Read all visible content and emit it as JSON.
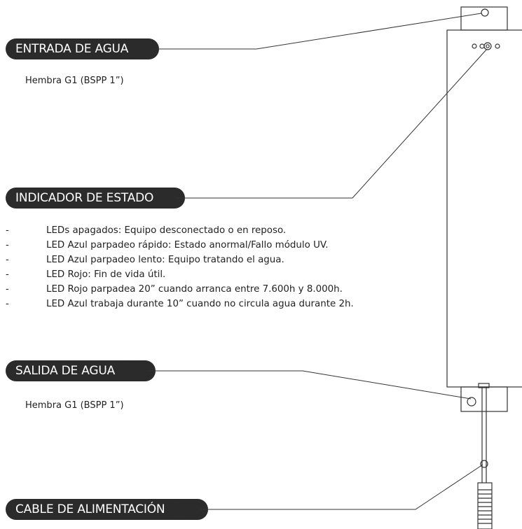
{
  "inlet": {
    "title": "ENTRADA DE AGUA",
    "spec": "Hembra G1 (BSPP 1”)"
  },
  "status": {
    "title": "INDICADOR DE ESTADO",
    "items": [
      "LEDs apagados: Equipo desconectado o en reposo.",
      "LED Azul parpadeo rápido: Estado anormal/Fallo módulo UV.",
      "LED Azul parpadeo lento: Equipo tratando el agua.",
      "LED Rojo: Fin de vida útil.",
      "LED Rojo parpadea 20” cuando arranca entre 7.600h y 8.000h.",
      "LED Azul trabaja durante 10” cuando no circula agua durante 2h."
    ]
  },
  "outlet": {
    "title": "SALIDA DE AGUA",
    "spec": "Hembra G1 (BSPP 1”)"
  },
  "power": {
    "title": "CABLE DE ALIMENTACIÓN"
  },
  "colors": {
    "label_bg": "#2b2b2b",
    "line": "#333333"
  }
}
